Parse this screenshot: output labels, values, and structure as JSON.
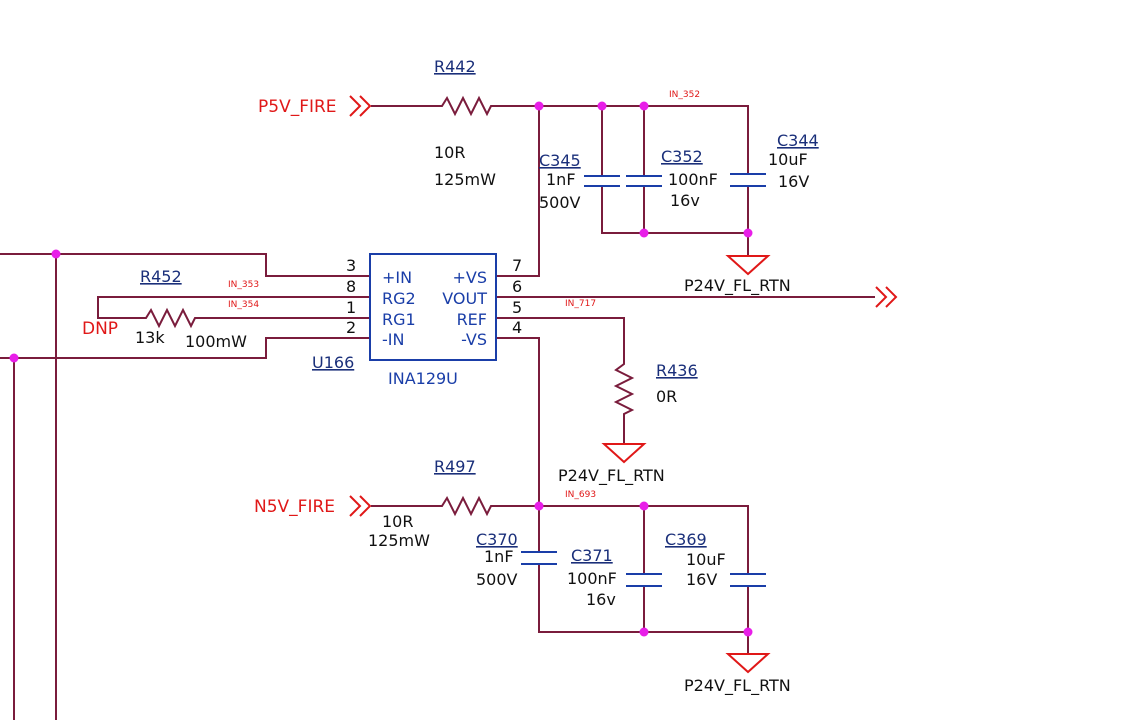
{
  "nets": {
    "p5v_fire": "P5V_FIRE",
    "n5v_fire": "N5V_FIRE",
    "dnp": "DNP",
    "in_352": "IN_352",
    "in_353": "IN_353",
    "in_354": "IN_354",
    "in_717": "IN_717",
    "in_693": "IN_693",
    "gnd_1": "P24V_FL_RTN",
    "gnd_2": "P24V_FL_RTN",
    "gnd_3": "P24V_FL_RTN"
  },
  "r442": {
    "ref": "R442",
    "value": "10R",
    "power": "125mW"
  },
  "r497": {
    "ref": "R497",
    "value": "10R",
    "power": "125mW"
  },
  "r452": {
    "ref": "R452",
    "value": "13k",
    "power": "100mW"
  },
  "r436": {
    "ref": "R436",
    "value": "0R"
  },
  "c345": {
    "ref": "C345",
    "value": "1nF",
    "voltage": "500V"
  },
  "c352": {
    "ref": "C352",
    "value": "100nF",
    "voltage": "16v"
  },
  "c344": {
    "ref": "C344",
    "value": "10uF",
    "voltage": "16V"
  },
  "c370": {
    "ref": "C370",
    "value": "1nF",
    "voltage": "500V"
  },
  "c371": {
    "ref": "C371",
    "value": "100nF",
    "voltage": "16v"
  },
  "c369": {
    "ref": "C369",
    "value": "10uF",
    "voltage": "16V"
  },
  "u166": {
    "ref": "U166",
    "part": "INA129U",
    "left_pins": [
      {
        "num": "3",
        "name": "+IN"
      },
      {
        "num": "8",
        "name": "RG2"
      },
      {
        "num": "1",
        "name": "RG1"
      },
      {
        "num": "2",
        "name": "-IN"
      }
    ],
    "right_pins": [
      {
        "num": "7",
        "name": "+VS"
      },
      {
        "num": "6",
        "name": "VOUT"
      },
      {
        "num": "5",
        "name": "REF"
      },
      {
        "num": "4",
        "name": "-VS"
      }
    ]
  },
  "colors": {
    "wire": "#7a1c3c",
    "net_label": "#e01818",
    "component_blue": "#1a3ea8",
    "reference": "#1a2f7a",
    "junction": "#e81ee8"
  }
}
